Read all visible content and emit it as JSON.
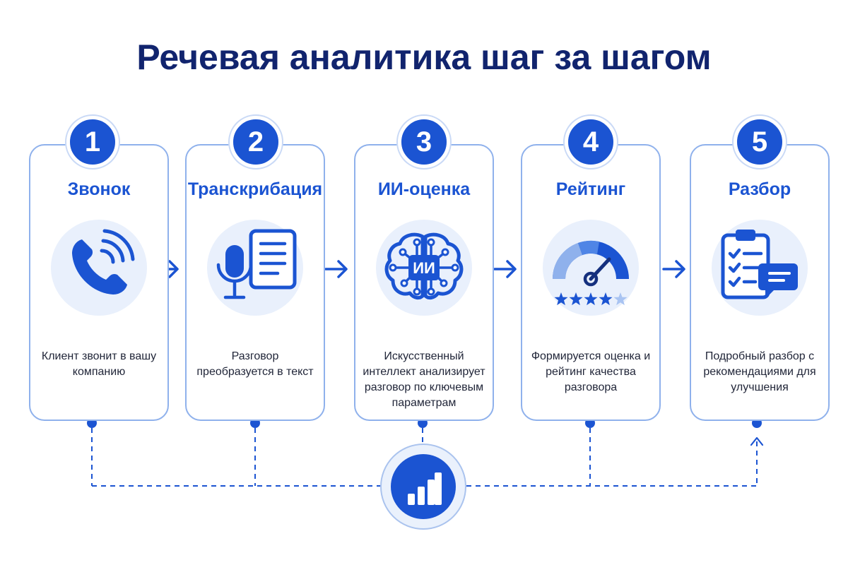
{
  "title": "Речевая аналитика шаг за шагом",
  "colors": {
    "primary": "#1b54d2",
    "title": "#11246e",
    "border": "#8fb1ec",
    "icon_bg": "#e9f0fc"
  },
  "steps": [
    {
      "number": "1",
      "title": "Звонок",
      "icon": "phone-icon",
      "description": "Клиент звонит в вашу компанию"
    },
    {
      "number": "2",
      "title": "Транскрибация",
      "icon": "microphone-document-icon",
      "description": "Разговор преобразуется в текст"
    },
    {
      "number": "3",
      "title": "ИИ-оценка",
      "icon": "ai-brain-icon",
      "icon_label": "ИИ",
      "description": "Искусственный интеллект анализирует разговор по ключевым параметрам"
    },
    {
      "number": "4",
      "title": "Рейтинг",
      "icon": "gauge-rating-icon",
      "rating": {
        "value": 4,
        "max": 5
      },
      "description": "Формируется оценка и рейтинг качества разговора"
    },
    {
      "number": "5",
      "title": "Разбор",
      "icon": "checklist-chat-icon",
      "description": "Подробный разбор с рекомендациями для улучшения"
    }
  ],
  "hub": {
    "icon": "bar-chart-icon"
  }
}
